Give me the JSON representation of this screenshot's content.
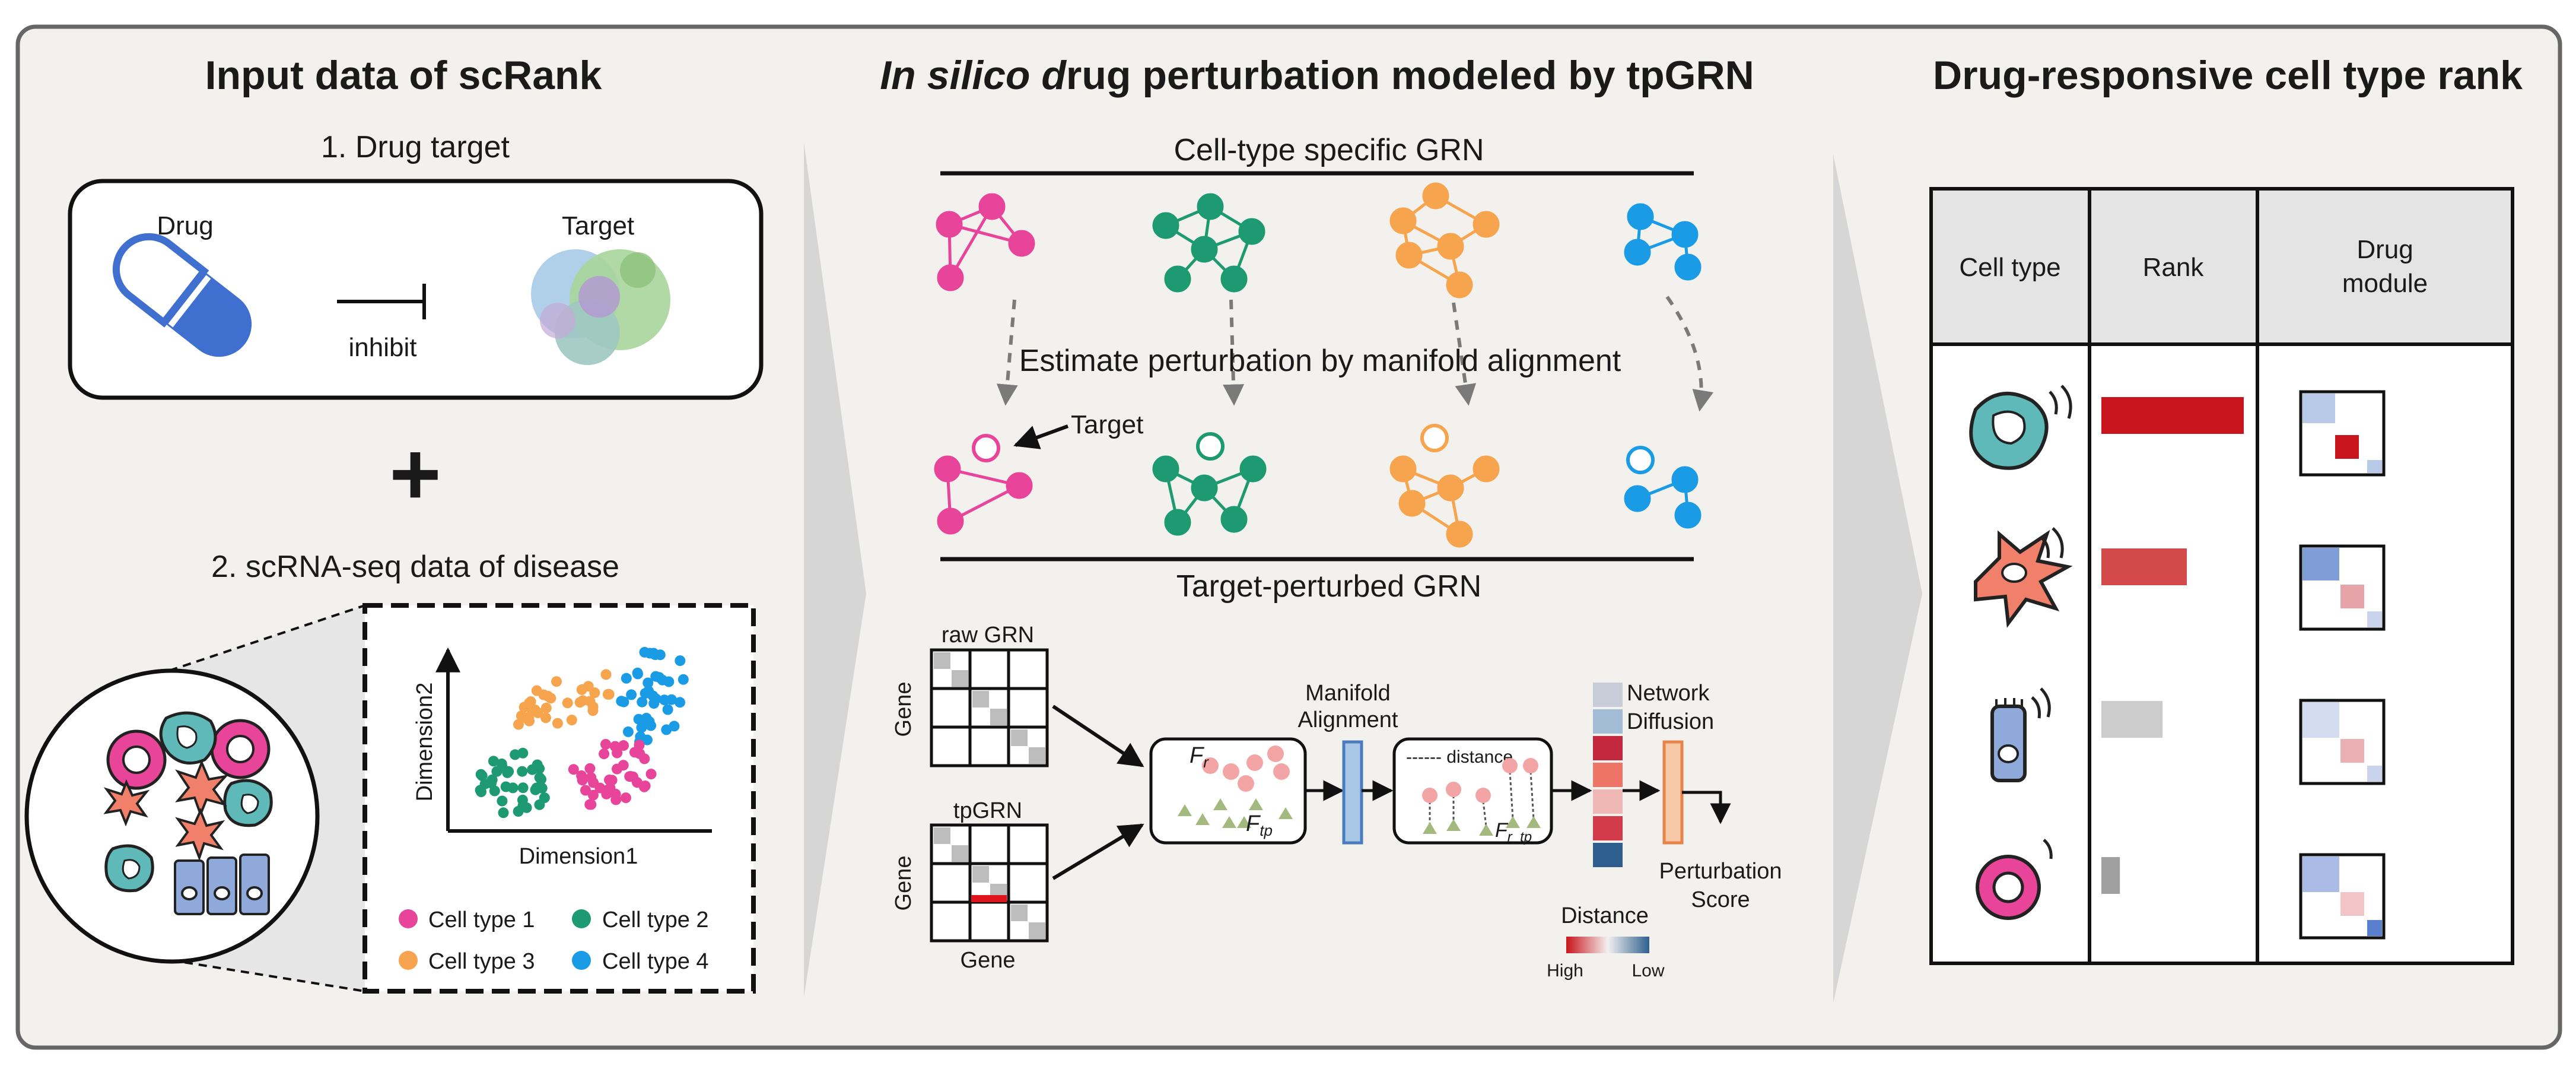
{
  "panels": {
    "input": {
      "title": "Input data of scRank",
      "step1": "1. Drug target",
      "drug_label": "Drug",
      "target_label": "Target",
      "inhibit_label": "inhibit",
      "plus": "+",
      "step2": "2. scRNA-seq data of disease",
      "axis_y": "Dimension2",
      "axis_x": "Dimension1",
      "legend": [
        "Cell type 1",
        "Cell type 2",
        "Cell type 3",
        "Cell type 4"
      ]
    },
    "perturbation": {
      "title_italic_1": "In silico",
      "title_italic_2": "d",
      "title_rest": "rug perturbation modeled by tpGRN",
      "top_label": "Cell-type specific GRN",
      "estimate_label": "Estimate perturbation by manifold alignment",
      "target_callout": "Target",
      "bottom_label": "Target-perturbed GRN",
      "raw_grn": "raw GRN",
      "tpgrn": "tpGRN",
      "gene": "Gene",
      "manifold_alignment": [
        "Manifold",
        "Alignment"
      ],
      "fr": "F",
      "fr_sub": "r",
      "ftp": "F",
      "ftp_sub": "tp",
      "distance_legend": "------ distance",
      "frtp": "F",
      "frtp_sub": "r_tp",
      "network_diffusion": [
        "Network",
        "Diffusion"
      ],
      "perturbation_score": [
        "Perturbation",
        "Score"
      ],
      "distance": "Distance",
      "high": "High",
      "low": "Low"
    },
    "rank": {
      "title": "Drug-responsive cell type rank",
      "columns": [
        "Cell type",
        "Rank",
        "Drug\nmodule"
      ],
      "col_drug_1": "Drug",
      "col_drug_2": "module",
      "rank_values": [
        1.0,
        0.6,
        0.43,
        0.13
      ]
    }
  },
  "colors": {
    "cell_type_1": "#e8449a",
    "cell_type_2": "#1d9a72",
    "cell_type_3": "#f7a44e",
    "cell_type_4": "#1a9be6",
    "rank_bars": [
      "#c8141c",
      "#d44a4a",
      "#cccccc",
      "#a0a0a0"
    ],
    "distance_cells": [
      "#c8ccd8",
      "#a3bcd6",
      "#c4283e",
      "#ef7468",
      "#f0b8b4",
      "#d33a4a",
      "#2f5f8e"
    ]
  },
  "icons": [
    "capsule-icon",
    "protein-target-icon",
    "inhibit-arrow-icon",
    "cell-cluster-icon"
  ]
}
